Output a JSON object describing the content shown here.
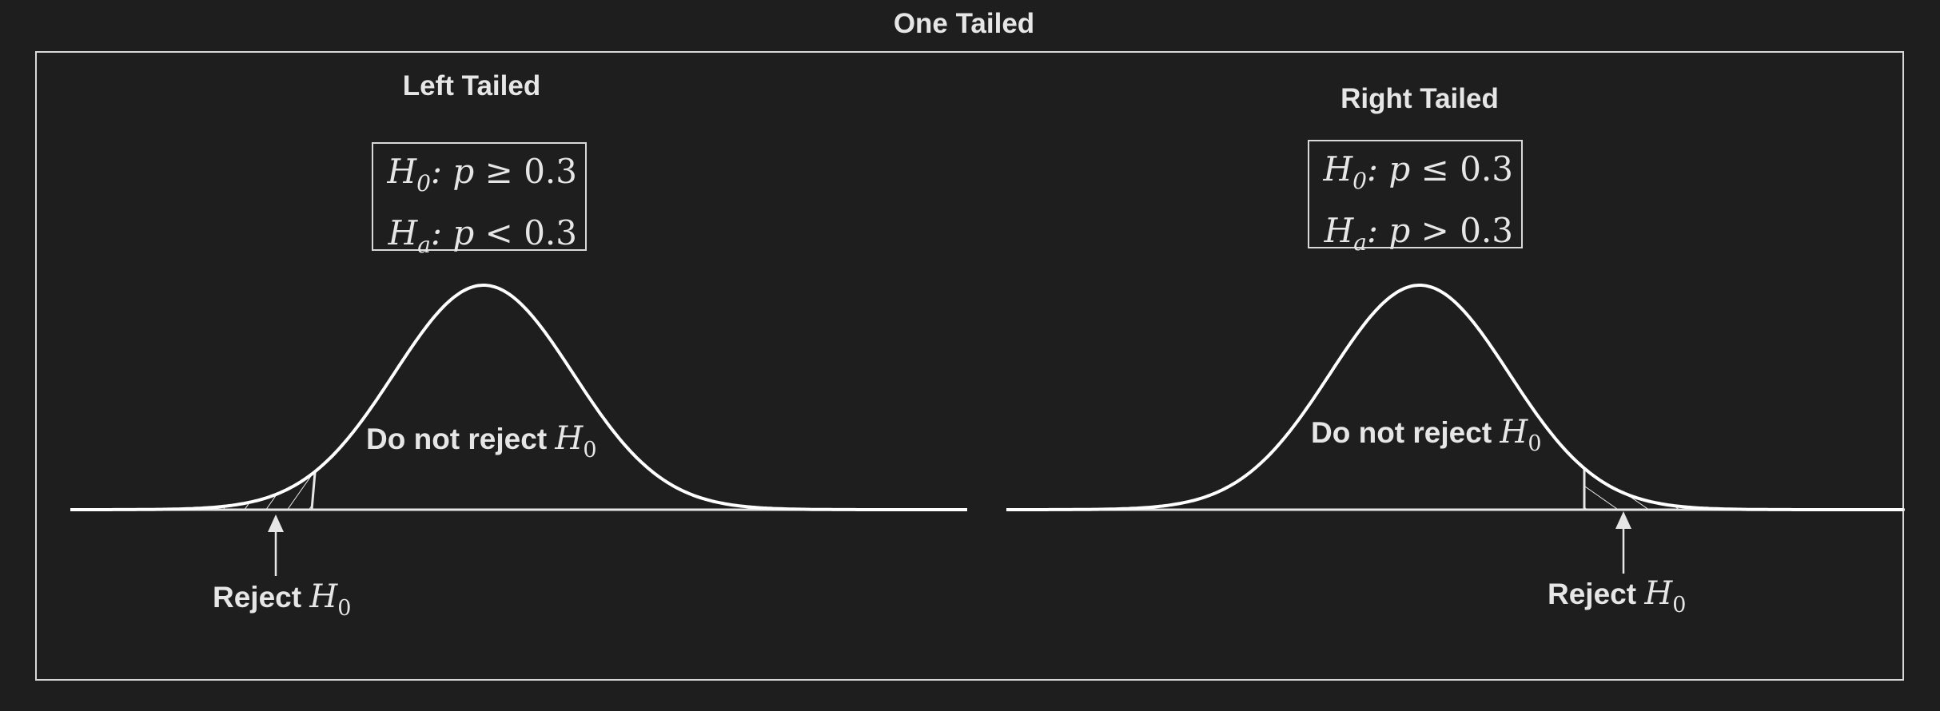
{
  "figure": {
    "title": "One Tailed"
  },
  "left_panel": {
    "title": "Left Tailed",
    "hypotheses": {
      "null": {
        "symbol": "H",
        "subscript": "0",
        "relation": ": p ≥ ",
        "value": "0.3"
      },
      "alt": {
        "symbol": "H",
        "subscript": "a",
        "relation": ": p < ",
        "value": "0.3"
      }
    },
    "region_label": {
      "text": "Do not reject ",
      "symbol": "H",
      "subscript": "0"
    },
    "reject_label": {
      "text": "Reject ",
      "symbol": "H",
      "subscript": "0"
    },
    "tail": "left"
  },
  "right_panel": {
    "title": "Right Tailed",
    "hypotheses": {
      "null": {
        "symbol": "H",
        "subscript": "0",
        "relation": ": p ≤ ",
        "value": "0.3"
      },
      "alt": {
        "symbol": "H",
        "subscript": "a",
        "relation": ": p > ",
        "value": "0.3"
      }
    },
    "region_label": {
      "text": "Do not reject ",
      "symbol": "H",
      "subscript": "0"
    },
    "reject_label": {
      "text": "Reject ",
      "symbol": "H",
      "subscript": "0"
    },
    "tail": "right"
  },
  "colors": {
    "background": "#1e1e1e",
    "stroke": "#ffffff",
    "text": "#e6e6e6",
    "frame": "#d9d9d9"
  }
}
